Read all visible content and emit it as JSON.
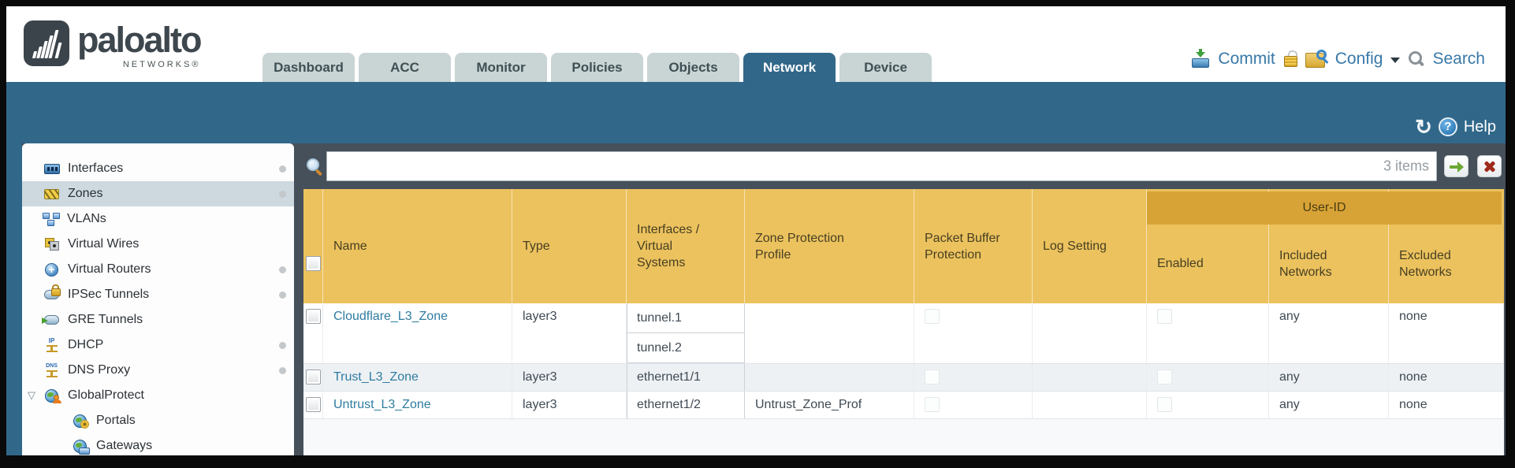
{
  "brand": {
    "name": "paloalto",
    "sub": "NETWORKS®"
  },
  "nav": {
    "tabs": [
      {
        "label": "Dashboard"
      },
      {
        "label": "ACC"
      },
      {
        "label": "Monitor"
      },
      {
        "label": "Policies"
      },
      {
        "label": "Objects"
      },
      {
        "label": "Network",
        "active": true
      },
      {
        "label": "Device"
      }
    ]
  },
  "utilities": {
    "commit": "Commit",
    "config": "Config",
    "search": "Search"
  },
  "band": {
    "help": "Help"
  },
  "sidebar": {
    "items": [
      {
        "label": "Interfaces",
        "dot": true
      },
      {
        "label": "Zones",
        "dot": true,
        "selected": true
      },
      {
        "label": "VLANs"
      },
      {
        "label": "Virtual Wires"
      },
      {
        "label": "Virtual Routers",
        "dot": true
      },
      {
        "label": "IPSec Tunnels",
        "dot": true
      },
      {
        "label": "GRE Tunnels"
      },
      {
        "label": "DHCP",
        "dot": true
      },
      {
        "label": "DNS Proxy",
        "dot": true
      },
      {
        "label": "GlobalProtect",
        "expanded": true
      },
      {
        "label": "Portals",
        "indent": true
      },
      {
        "label": "Gateways",
        "indent": true
      }
    ]
  },
  "toolbar": {
    "count": "3 items"
  },
  "table": {
    "group_header": "User-ID",
    "columns": [
      "Name",
      "Type",
      "Interfaces / Virtual Systems",
      "Zone Protection Profile",
      "Packet Buffer Protection",
      "Log Setting",
      "Enabled",
      "Included Networks",
      "Excluded Networks"
    ],
    "rows": [
      {
        "name": "Cloudflare_L3_Zone",
        "type": "layer3",
        "interfaces": [
          "tunnel.1",
          "tunnel.2"
        ],
        "zone_protection_profile": "",
        "log_setting": "",
        "included_networks": "any",
        "excluded_networks": "none"
      },
      {
        "name": "Trust_L3_Zone",
        "type": "layer3",
        "interfaces": [
          "ethernet1/1"
        ],
        "zone_protection_profile": "",
        "log_setting": "",
        "included_networks": "any",
        "excluded_networks": "none"
      },
      {
        "name": "Untrust_L3_Zone",
        "type": "layer3",
        "interfaces": [
          "ethernet1/2"
        ],
        "zone_protection_profile": "Untrust_Zone_Prof",
        "log_setting": "",
        "included_networks": "any",
        "excluded_networks": "none"
      }
    ]
  },
  "colors": {
    "band_teal": "#31688a",
    "header_amber": "#ecc25e",
    "group_amber": "#d8a336",
    "link_blue": "#2e7ca1"
  }
}
